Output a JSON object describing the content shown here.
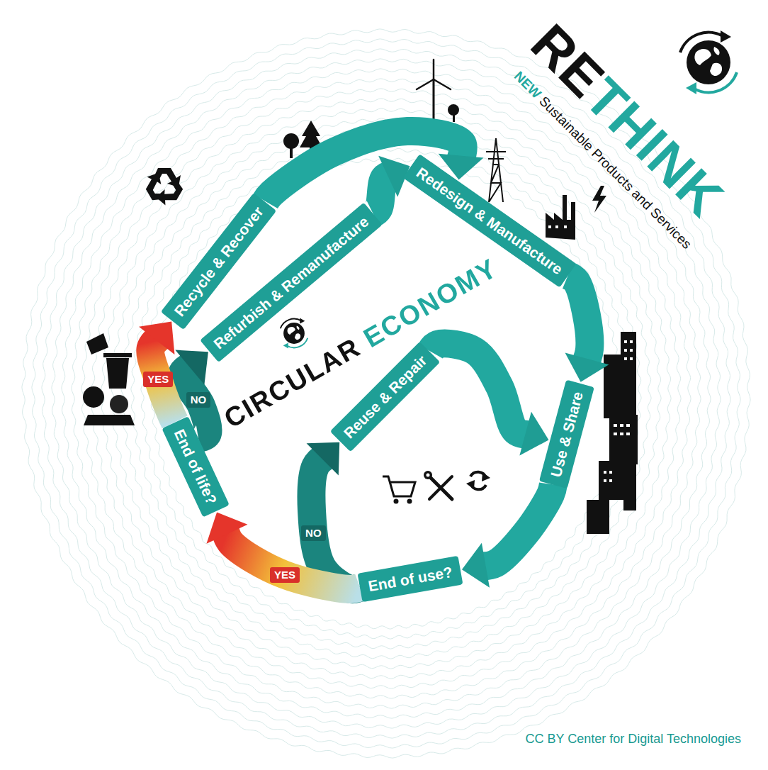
{
  "diagram": {
    "title": "CIRCULAR ECONOMY",
    "caption": "CC BY Center for Digital Technologies",
    "nodes": [
      {
        "text": [
          "Redesign & Manufacture"
        ]
      },
      {
        "text": [
          "Use & Share"
        ]
      },
      {
        "text": [
          "End of use?"
        ]
      },
      {
        "text": [
          "Reuse & Repair"
        ]
      },
      {
        "text": [
          "End of life?"
        ]
      },
      {
        "text": [
          "Refurbish & Remanufacture"
        ]
      },
      {
        "text": [
          "Recycle & Recover"
        ]
      }
    ],
    "edges": [
      {
        "from": 0,
        "to": 1,
        "arrow": "to"
      },
      {
        "from": 1,
        "to": 2,
        "arrow": "to"
      },
      {
        "from": 2,
        "to": 3,
        "label": "NO",
        "arrow": "to"
      },
      {
        "from": 3,
        "to": 1,
        "arrow": "to"
      },
      {
        "from": 2,
        "to": 4,
        "label": "YES",
        "arrow": "to"
      },
      {
        "from": 4,
        "to": 5,
        "label": "NO",
        "arrow": "to"
      },
      {
        "from": 5,
        "to": 0,
        "arrow": "to"
      },
      {
        "from": 4,
        "to": 6,
        "label": "YES",
        "arrow": "to"
      },
      {
        "from": 6,
        "to": 0,
        "arrow": "to"
      }
    ],
    "labels": [
      "RETHINK",
      "NEW",
      "Sustainable Products and Services"
    ]
  }
}
